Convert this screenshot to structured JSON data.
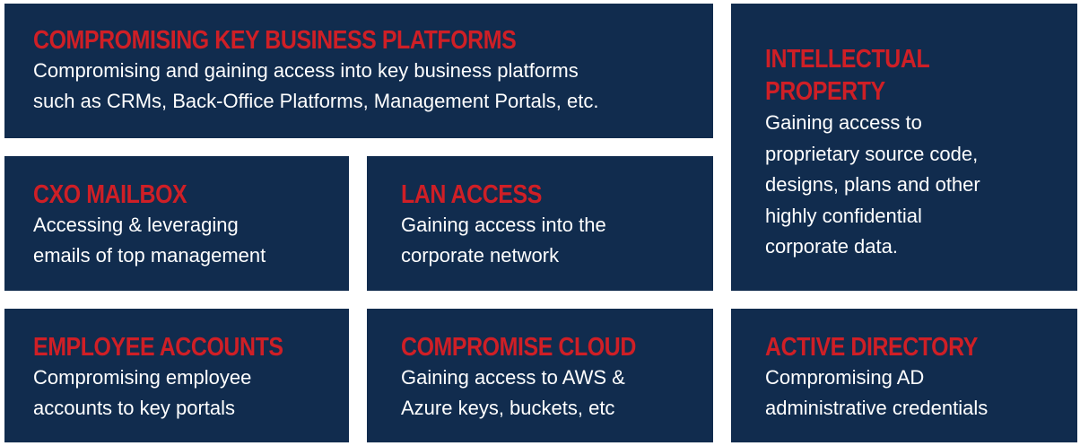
{
  "colors": {
    "tile_background": "#112c4e",
    "title_red": "#cf1f26",
    "text_white": "#ffffff",
    "page_background": "#ffffff"
  },
  "tiles": [
    {
      "title": "COMPROMISING KEY BUSINESS PLATFORMS",
      "description": [
        "Compromising and gaining access into key business platforms",
        "such as CRMs, Back-Office Platforms, Management Portals, etc."
      ]
    },
    {
      "title": [
        "INTELLECTUAL",
        "PROPERTY"
      ],
      "description": [
        "Gaining access to",
        "proprietary source code,",
        "designs, plans and other",
        "highly confidential",
        "corporate data."
      ]
    },
    {
      "title": "CXO MAILBOX",
      "description": [
        "Accessing & leveraging",
        "emails of top management"
      ]
    },
    {
      "title": "LAN ACCESS",
      "description": [
        "Gaining access into the",
        "corporate network"
      ]
    },
    {
      "title": "EMPLOYEE ACCOUNTS",
      "description": [
        "Compromising employee",
        "accounts to key portals"
      ]
    },
    {
      "title": "COMPROMISE CLOUD",
      "description": [
        "Gaining access to AWS &",
        "Azure keys, buckets, etc"
      ]
    },
    {
      "title": "ACTIVE DIRECTORY",
      "description": [
        "Compromising AD",
        "administrative credentials"
      ]
    }
  ]
}
